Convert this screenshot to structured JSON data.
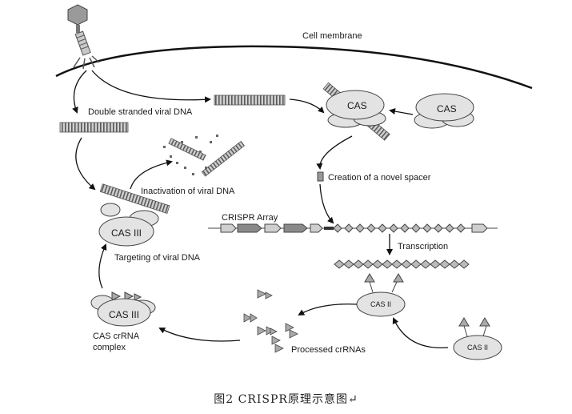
{
  "labels": {
    "cell_membrane": "Cell membrane",
    "double_stranded": "Double stranded viral DNA",
    "inactivation": "Inactivation of viral DNA",
    "novel_spacer": "Creation of a novel spacer",
    "crispr_array": "CRISPR Array",
    "transcription": "Transcription",
    "targeting": "Targeting of viral DNA",
    "processed": "Processed crRNAs",
    "complex_line1": "CAS crRNA",
    "complex_line2": "complex"
  },
  "blobs": {
    "cas_top": "CAS",
    "cas_right": "CAS",
    "cas3_upper": "CAS III",
    "cas3_lower": "CAS III",
    "cas2_left": "CAS II",
    "cas2_right": "CAS II"
  },
  "caption": "图2   CRISPR原理示意图↵",
  "colors": {
    "membrane": "#111111",
    "dna": "#8c8c8c",
    "blob": "#e3e3e3",
    "arrow": "#111111"
  },
  "icons": [
    "bacteriophage-icon",
    "dna-helix-icon",
    "cas-protein-icon",
    "crispr-spacer-icon",
    "crrna-icon"
  ]
}
